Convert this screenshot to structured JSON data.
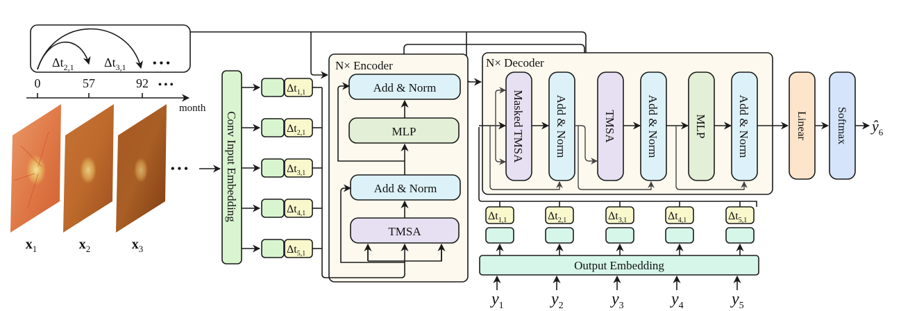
{
  "timeline": {
    "ticks": [
      "0",
      "57",
      "92"
    ],
    "ellipsis": "• • •",
    "axis_label": "month",
    "intervals": [
      {
        "base": "Δt",
        "sub": "2,1"
      },
      {
        "base": "Δt",
        "sub": "3,1"
      }
    ]
  },
  "images": [
    {
      "label": "x",
      "sub": "1"
    },
    {
      "label": "x",
      "sub": "2"
    },
    {
      "label": "x",
      "sub": "3"
    }
  ],
  "images_ellipsis": "• • •",
  "input_embedding": {
    "label": "Conv Input Embedding"
  },
  "input_tokens": [
    {
      "base": "Δt",
      "sub": "1,1"
    },
    {
      "base": "Δt",
      "sub": "2,1"
    },
    {
      "base": "Δt",
      "sub": "3,1"
    },
    {
      "base": "Δt",
      "sub": "4,1"
    },
    {
      "base": "Δt",
      "sub": "5,1"
    }
  ],
  "encoder": {
    "title": "N× Encoder",
    "blocks": [
      "Add & Norm",
      "MLP",
      "Add & Norm",
      "TMSA"
    ]
  },
  "decoder": {
    "title": "N× Decoder",
    "blocks": [
      "Masked TMSA",
      "Add & Norm",
      "TMSA",
      "Add & Norm",
      "MLP",
      "Add & Norm"
    ]
  },
  "head": {
    "linear": "Linear",
    "softmax": "Softmax",
    "output": {
      "base": "ŷ",
      "sub": "6"
    }
  },
  "output_embedding": {
    "label": "Output Embedding"
  },
  "output_tokens": [
    {
      "base": "Δt",
      "sub": "1,1"
    },
    {
      "base": "Δt",
      "sub": "2,1"
    },
    {
      "base": "Δt",
      "sub": "3,1"
    },
    {
      "base": "Δt",
      "sub": "4,1"
    },
    {
      "base": "Δt",
      "sub": "5,1"
    }
  ],
  "targets": [
    {
      "base": "y",
      "sub": "1"
    },
    {
      "base": "y",
      "sub": "2"
    },
    {
      "base": "y",
      "sub": "3"
    },
    {
      "base": "y",
      "sub": "4"
    },
    {
      "base": "y",
      "sub": "5"
    }
  ],
  "colors": {
    "panel_bg": "#fdf9ee",
    "add_norm": "#dcf2f8",
    "mlp": "#e3efd6",
    "tmsa": "#e6e0f2",
    "linear": "#fde5cc",
    "softmax": "#d5e4fb",
    "token_green": "#d8f5cf",
    "token_yellow": "#f8f8cc",
    "out_embed": "#d6f6ea",
    "conv_embed": "#d8f5cf"
  }
}
